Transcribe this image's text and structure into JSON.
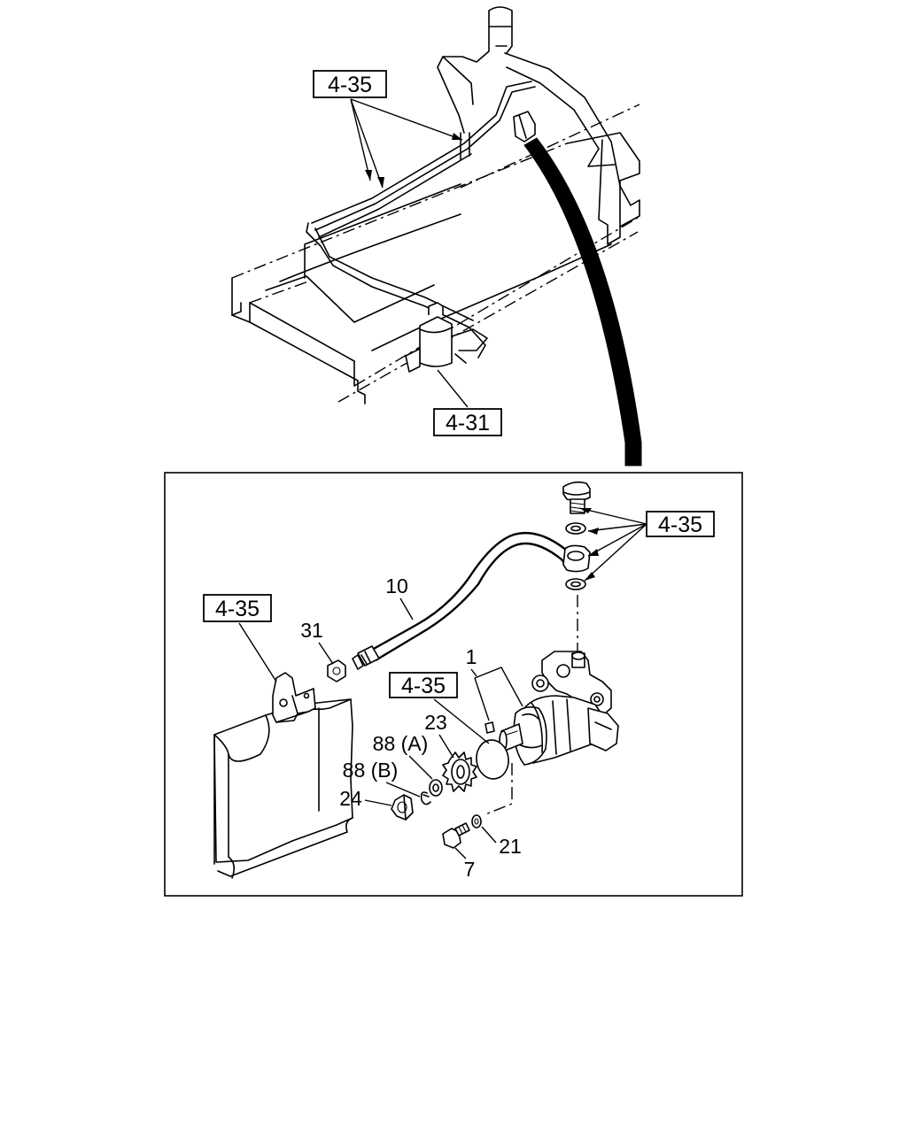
{
  "callouts": {
    "ref_top_lines": "4-35",
    "ref_filter": "4-31",
    "ref_detail_right": "4-35",
    "ref_bracket": "4-35",
    "ref_oring": "4-35"
  },
  "part_numbers": {
    "p1": "1",
    "p7": "7",
    "p10": "10",
    "p21": "21",
    "p23": "23",
    "p24": "24",
    "p31": "31",
    "p88a": "88 (A)",
    "p88b": "88 (B)"
  }
}
